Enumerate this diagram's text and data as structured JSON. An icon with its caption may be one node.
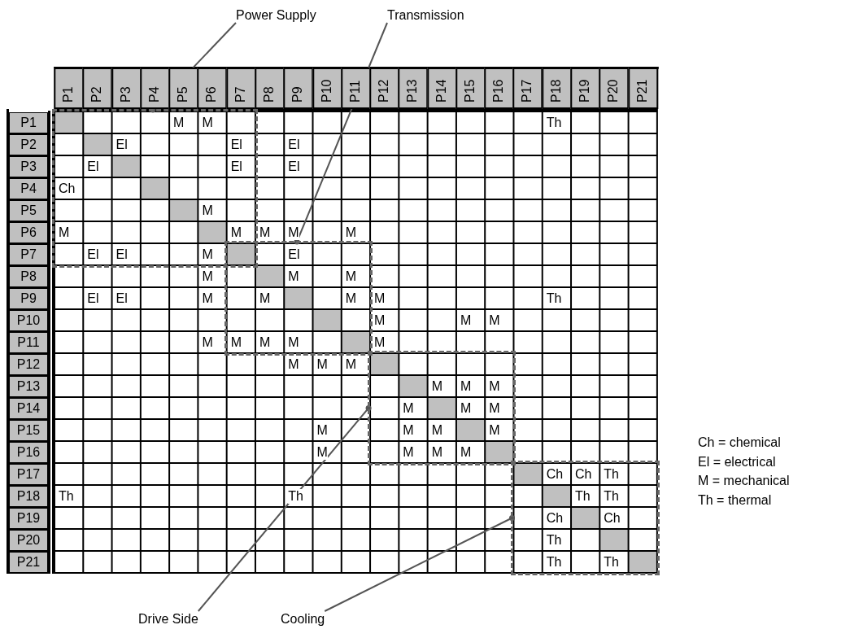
{
  "diagram": {
    "nodes": [
      {
        "text": [
          "Power Supply"
        ]
      },
      {
        "text": [
          "Transmission"
        ]
      },
      {
        "text": [],
        "shape": "box"
      },
      {
        "text": [],
        "shape": "box"
      },
      {
        "text": [],
        "shape": "box"
      },
      {
        "text": [],
        "shape": "box"
      },
      {
        "text": [
          "Drive Side"
        ]
      },
      {
        "text": [
          "Cooling"
        ]
      }
    ],
    "edges": [
      {
        "from": 0,
        "to": 2,
        "arrow": "other"
      },
      {
        "from": 1,
        "to": 3,
        "arrow": "other"
      },
      {
        "from": 6,
        "to": 4,
        "arrow": "other"
      },
      {
        "from": 7,
        "to": 5,
        "arrow": "other"
      }
    ],
    "labels": [
      "P1",
      "P2",
      "P3",
      "P4",
      "P5",
      "P6",
      "P7",
      "P8",
      "P9",
      "P10",
      "P11",
      "P12",
      "P13",
      "P14",
      "P15",
      "P16",
      "P17",
      "P18",
      "P19",
      "P20",
      "P21",
      "P1",
      "M",
      "M",
      "Th",
      "P2",
      "El",
      "El",
      "El",
      "P3",
      "El",
      "El",
      "El",
      "P4",
      "Ch",
      "P5",
      "M",
      "P6",
      "M",
      "M",
      "M",
      "M",
      "M",
      "P7",
      "El",
      "El",
      "M",
      "El",
      "P8",
      "M",
      "M",
      "M",
      "P9",
      "El",
      "El",
      "M",
      "M",
      "M",
      "M",
      "Th",
      "P10",
      "M",
      "M",
      "M",
      "P11",
      "M",
      "M",
      "M",
      "M",
      "M",
      "P12",
      "M",
      "M",
      "M",
      "P13",
      "M",
      "M",
      "M",
      "P14",
      "M",
      "M",
      "M",
      "P15",
      "M",
      "M",
      "M",
      "M",
      "P16",
      "M",
      "M",
      "M",
      "M",
      "P17",
      "Ch",
      "Ch",
      "Th",
      "P18",
      "Th",
      "Th",
      "Th",
      "Th",
      "P19",
      "Ch",
      "Ch",
      "P20",
      "Th",
      "P21",
      "Th",
      "Th",
      "Ch = chemical",
      "El = electrical",
      "M = mechanical",
      "Th = thermal"
    ]
  }
}
